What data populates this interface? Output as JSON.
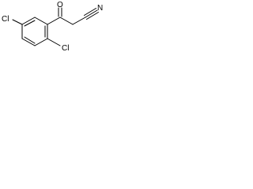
{
  "molecule": {
    "atom_labels": {
      "chlorine_top_left": "Cl",
      "oxygen": "O",
      "nitrogen": "N",
      "chlorine_bottom_right": "Cl"
    },
    "colors": {
      "bond": "#000000",
      "label": "#000000",
      "background": "#ffffff"
    }
  }
}
